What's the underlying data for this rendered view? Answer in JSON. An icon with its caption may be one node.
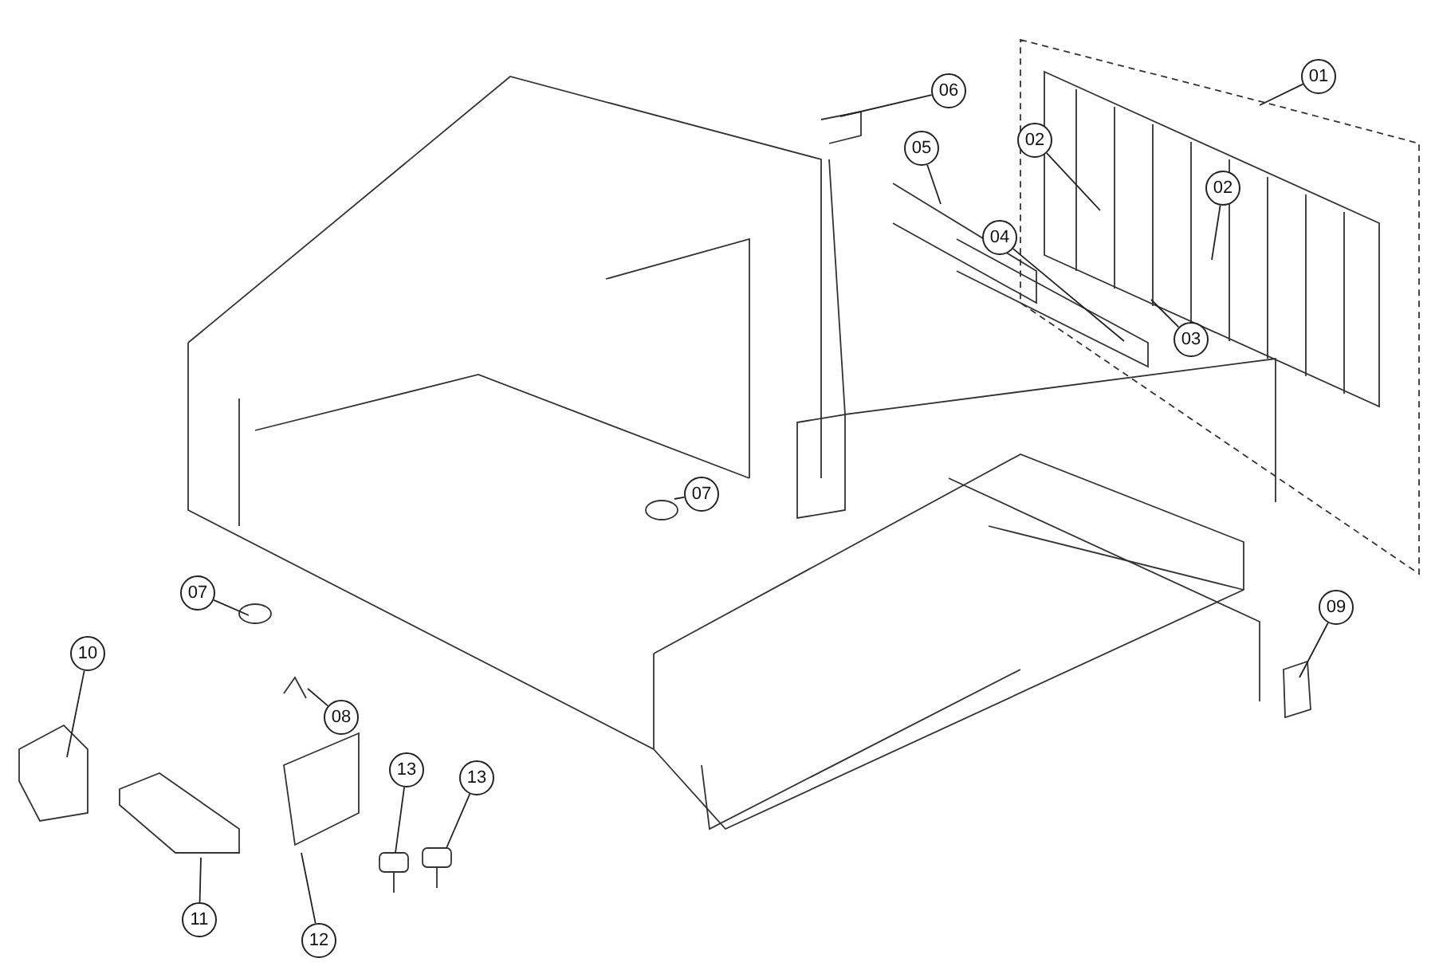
{
  "diagram": {
    "nodes": [
      {
        "text": [
          "01"
        ]
      },
      {
        "text": [
          "06"
        ]
      },
      {
        "text": [
          "05"
        ]
      },
      {
        "text": [
          "02"
        ]
      },
      {
        "text": [
          "02"
        ]
      },
      {
        "text": [
          "04"
        ]
      },
      {
        "text": [
          "03"
        ]
      },
      {
        "text": [
          "07"
        ]
      },
      {
        "text": [
          "07"
        ]
      },
      {
        "text": [
          "09"
        ]
      },
      {
        "text": [
          "10"
        ]
      },
      {
        "text": [
          "08"
        ]
      },
      {
        "text": [
          "13"
        ]
      },
      {
        "text": [
          "13"
        ]
      },
      {
        "text": [
          "11"
        ]
      },
      {
        "text": [
          "12"
        ]
      }
    ],
    "edges": [
      {
        "from": 0,
        "to": null,
        "arrow": "none"
      },
      {
        "from": 1,
        "to": null,
        "arrow": "none"
      },
      {
        "from": 2,
        "to": null,
        "arrow": "none"
      },
      {
        "from": 3,
        "to": null,
        "arrow": "none"
      },
      {
        "from": 4,
        "to": null,
        "arrow": "none"
      },
      {
        "from": 5,
        "to": null,
        "arrow": "none"
      },
      {
        "from": 6,
        "to": null,
        "arrow": "none"
      },
      {
        "from": 7,
        "to": null,
        "arrow": "none"
      },
      {
        "from": 8,
        "to": null,
        "arrow": "none"
      },
      {
        "from": 9,
        "to": null,
        "arrow": "none"
      },
      {
        "from": 10,
        "to": null,
        "arrow": "none"
      },
      {
        "from": 11,
        "to": null,
        "arrow": "none"
      },
      {
        "from": 12,
        "to": null,
        "arrow": "none"
      },
      {
        "from": 13,
        "to": null,
        "arrow": "none"
      },
      {
        "from": 14,
        "to": null,
        "arrow": "none"
      },
      {
        "from": 15,
        "to": null,
        "arrow": "none"
      }
    ]
  }
}
